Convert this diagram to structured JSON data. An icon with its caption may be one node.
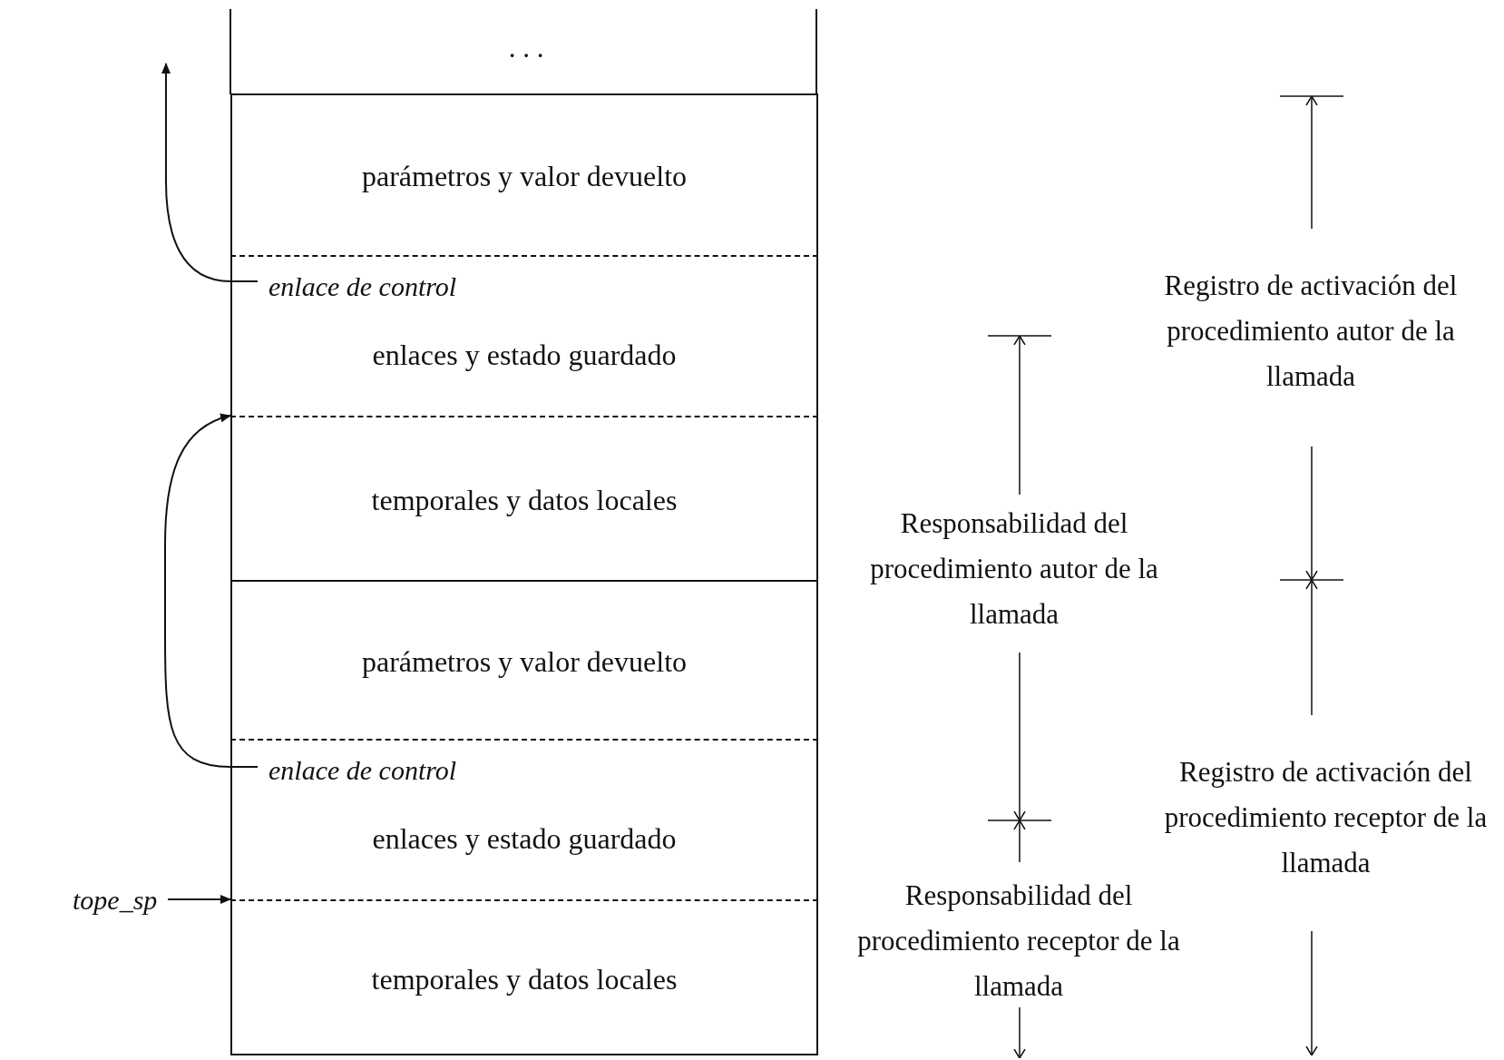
{
  "diagram": {
    "nodes": [
      {
        "text": [
          "parámetros y valor devuelto"
        ]
      },
      {
        "text": [
          "enlace de control",
          "enlaces y estado guardado"
        ]
      },
      {
        "text": [
          "temporales y datos locales"
        ]
      },
      {
        "text": [
          "parámetros y valor devuelto"
        ]
      },
      {
        "text": [
          "enlace de control",
          "enlaces y estado guardado"
        ]
      },
      {
        "text": [
          "temporales y datos locales"
        ]
      },
      {
        "text": [
          "tope_sp"
        ]
      }
    ],
    "edges": [
      {
        "from": 1,
        "to": null,
        "arrow": "to"
      },
      {
        "from": 4,
        "to": 2,
        "arrow": "to"
      },
      {
        "from": 6,
        "to": 5,
        "arrow": "to"
      }
    ],
    "labels": [
      ". . .",
      "Registro de activación del procedimiento autor de la llamada",
      "Responsabilidad del procedimiento autor de la llamada",
      "Registro de activación del procedimiento receptor de la llamada",
      "Responsabilidad del procedimiento receptor de la llamada"
    ]
  }
}
